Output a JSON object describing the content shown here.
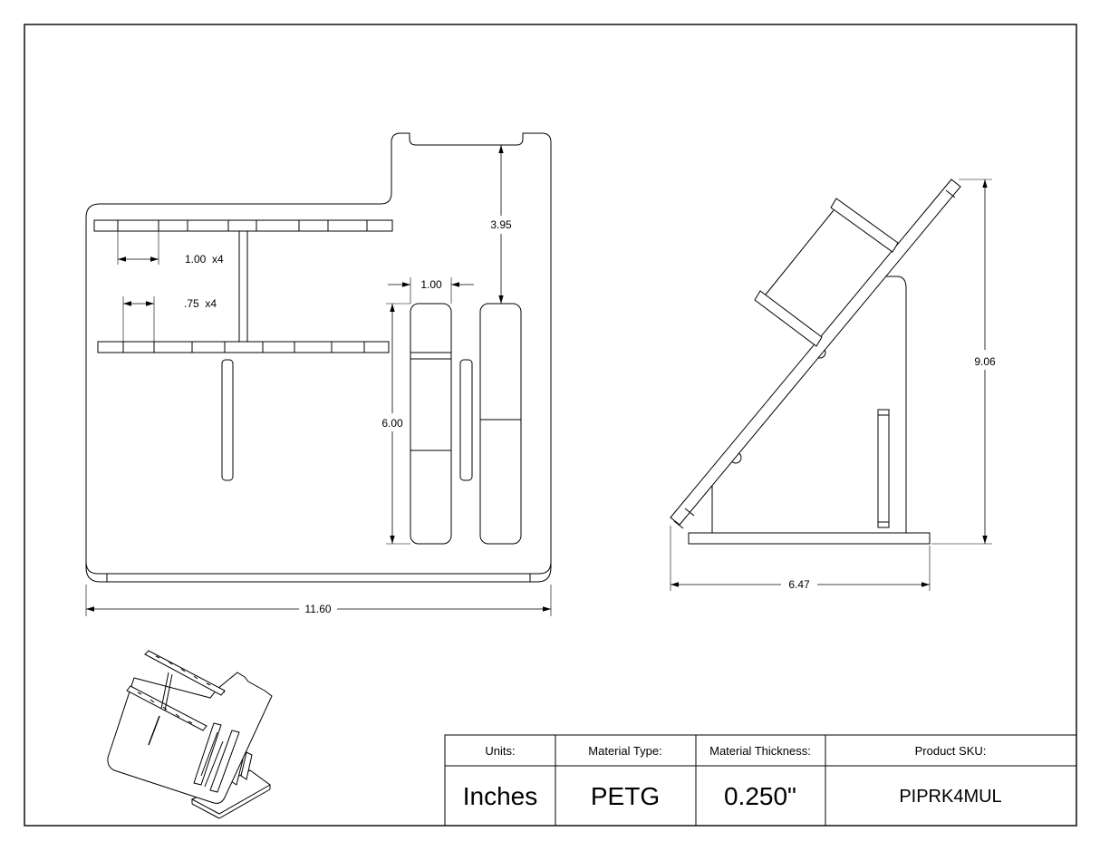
{
  "drawing": {
    "dimensions": {
      "slot_spacing": "1.00  x4",
      "slot_width": ".75  x4",
      "tab_width": "1.00",
      "top_offset": "3.95",
      "slot_height": "6.00",
      "overall_width": "11.60",
      "side_depth": "6.47",
      "side_height": "9.06"
    }
  },
  "title_block": {
    "units_label": "Units:",
    "units_value": "Inches",
    "material_label": "Material Type:",
    "material_value": "PETG",
    "thickness_label": "Material Thickness:",
    "thickness_value": "0.250\"",
    "sku_label": "Product SKU:",
    "sku_value": "PIPRK4MUL"
  }
}
